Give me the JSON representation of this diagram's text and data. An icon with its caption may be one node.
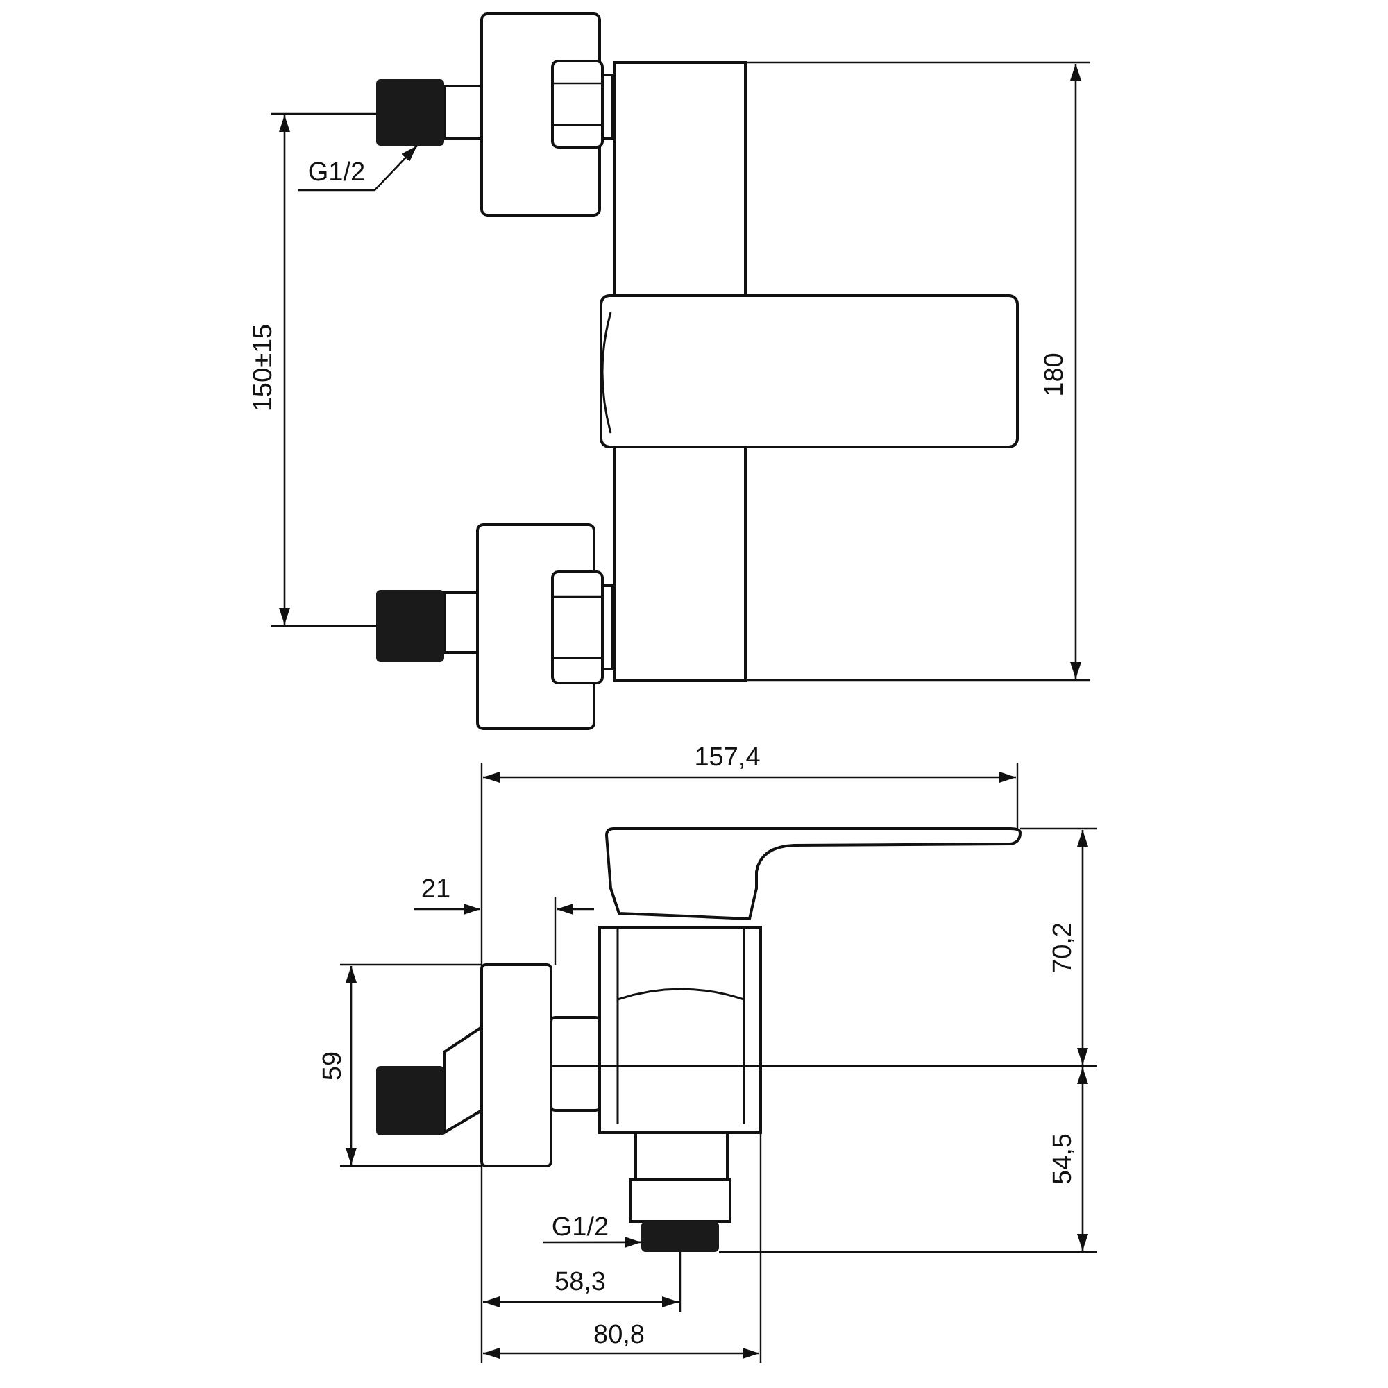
{
  "diagram": {
    "nodes": [
      {
        "text": [
          "G1/2"
        ]
      },
      {
        "text": [],
        "shape": "box"
      },
      {
        "text": [
          "G1/2"
        ]
      },
      {
        "text": [],
        "shape": "box"
      }
    ],
    "edges": [
      {
        "from": 0,
        "to": 1,
        "arrow": "to"
      },
      {
        "from": 2,
        "to": 3,
        "arrow": "to"
      }
    ],
    "labels": [
      "150±15",
      "180",
      "157,4",
      "21",
      "70,2",
      "59",
      "54,5",
      "58,3",
      "80,8"
    ]
  }
}
